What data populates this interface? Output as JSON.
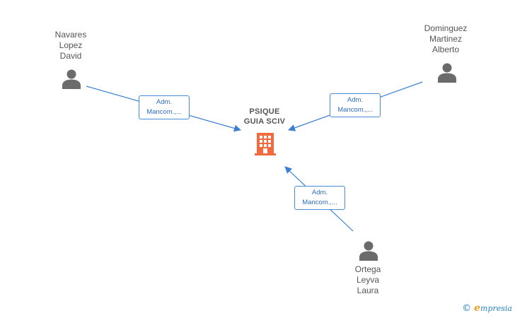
{
  "company": {
    "name_line1": "PSIQUE",
    "name_line2": "GUIA SCIV",
    "icon": "building-icon",
    "color": "#f26a3d"
  },
  "people": [
    {
      "line1": "Navares",
      "line2": "Lopez",
      "line3": "David",
      "icon": "person-icon"
    },
    {
      "line1": "Dominguez",
      "line2": "Martinez",
      "line3": "Alberto",
      "icon": "person-icon"
    },
    {
      "line1": "Ortega",
      "line2": "Leyva",
      "line3": "Laura",
      "icon": "person-icon"
    }
  ],
  "relations": [
    {
      "line1": "Adm.",
      "line2": "Mancom.,..."
    },
    {
      "line1": "Adm.",
      "line2": "Mancom.,..."
    },
    {
      "line1": "Adm.",
      "line2": "Mancom.,..."
    }
  ],
  "edge_color": "#3a7fd5",
  "person_icon_color": "#6b6b6b",
  "brand": {
    "copyright": "©",
    "e": "e",
    "rest": "mpresia"
  }
}
